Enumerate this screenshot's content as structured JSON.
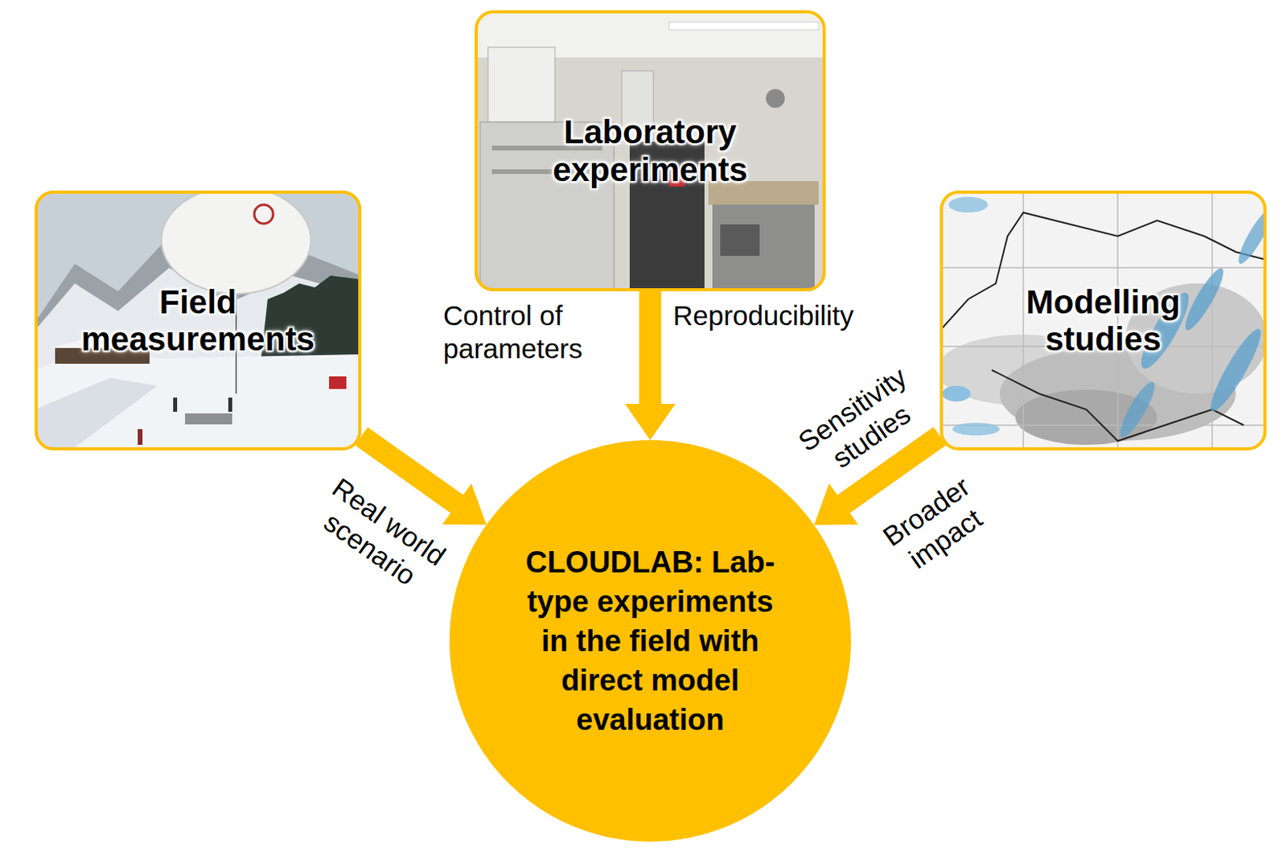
{
  "diagram": {
    "nodes": [
      {
        "text": [
          "Field measurements"
        ]
      },
      {
        "text": [
          "Laboratory experiments"
        ]
      },
      {
        "text": [
          "Modelling studies"
        ]
      },
      {
        "text": [
          "CLOUDLAB: Lab-type experiments in the field with direct model evaluation"
        ]
      }
    ],
    "edges": [
      {
        "from": 0,
        "to": 3,
        "arrow": "to"
      },
      {
        "from": 1,
        "to": 3,
        "arrow": "to"
      },
      {
        "from": 2,
        "to": 3,
        "arrow": "to"
      }
    ],
    "labels": [
      "Control of parameters",
      "Reproducibility",
      "Real world scenario",
      "Sensitivity studies",
      "Broader impact"
    ]
  }
}
